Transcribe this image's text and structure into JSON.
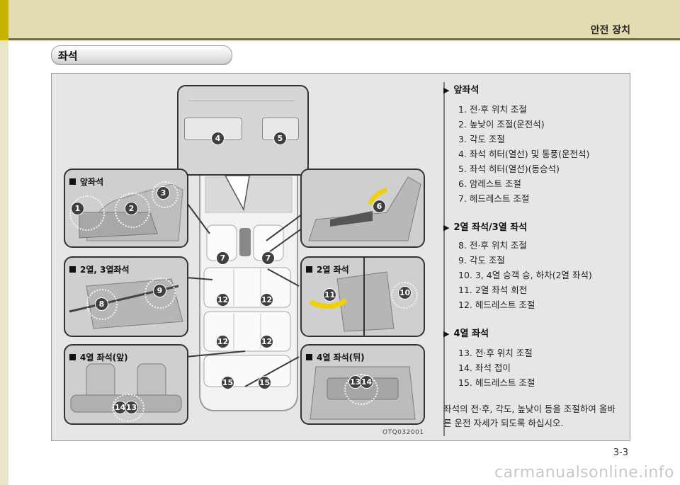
{
  "header": {
    "chapter_title": "안전 장치"
  },
  "section": {
    "title": "좌석"
  },
  "figure": {
    "code": "OTQ032001",
    "panels": {
      "front": "앞좌석",
      "row23": "2열, 3열좌석",
      "row2": "2열 좌석",
      "row4_front": "4열 좌석(앞)",
      "row4_rear": "4열 좌석(뒤)"
    },
    "numbers": [
      "1",
      "2",
      "3",
      "4",
      "5",
      "6",
      "7",
      "7",
      "8",
      "9",
      "10",
      "11",
      "12",
      "12",
      "12",
      "12",
      "13",
      "14",
      "14",
      "13",
      "15",
      "15"
    ]
  },
  "groups": [
    {
      "heading": "앞좌석",
      "items": [
        "1.  전·후 위치 조절",
        "2.  높낮이 조절(운전석)",
        "3.  각도 조절",
        "4.  좌석 히터(열선) 및 통풍(운전석)",
        "5.  좌석 히터(열선)(동승석)",
        "6.  암레스트 조절",
        "7.  헤드레스트 조절"
      ]
    },
    {
      "heading": "2열 좌석/3열 좌석",
      "items": [
        "8.  전·후 위치 조절",
        "9.  각도 조절",
        "10. 3, 4열 승객 승, 하차(2열 좌석)",
        "11. 2열 좌석 회전",
        "12. 헤드레스트 조절"
      ]
    },
    {
      "heading": "4열 좌석",
      "items": [
        "13. 전·후 위치 조절",
        "14. 좌석 접이",
        "15. 헤드레스트 조절"
      ]
    }
  ],
  "note": "좌석의 전·후, 각도, 높낮이 등을 조절하여 올바른 운전 자세가 되도록 하십시오.",
  "page_number": "3-3",
  "watermark": "carmanualsonline.info",
  "colors": {
    "header_bg": "#e2dcb0",
    "header_rule": "#716a42",
    "accent_strip": "#c8b400",
    "figure_bg": "#e6e6e6",
    "arrow_yellow": "#f0d000"
  }
}
